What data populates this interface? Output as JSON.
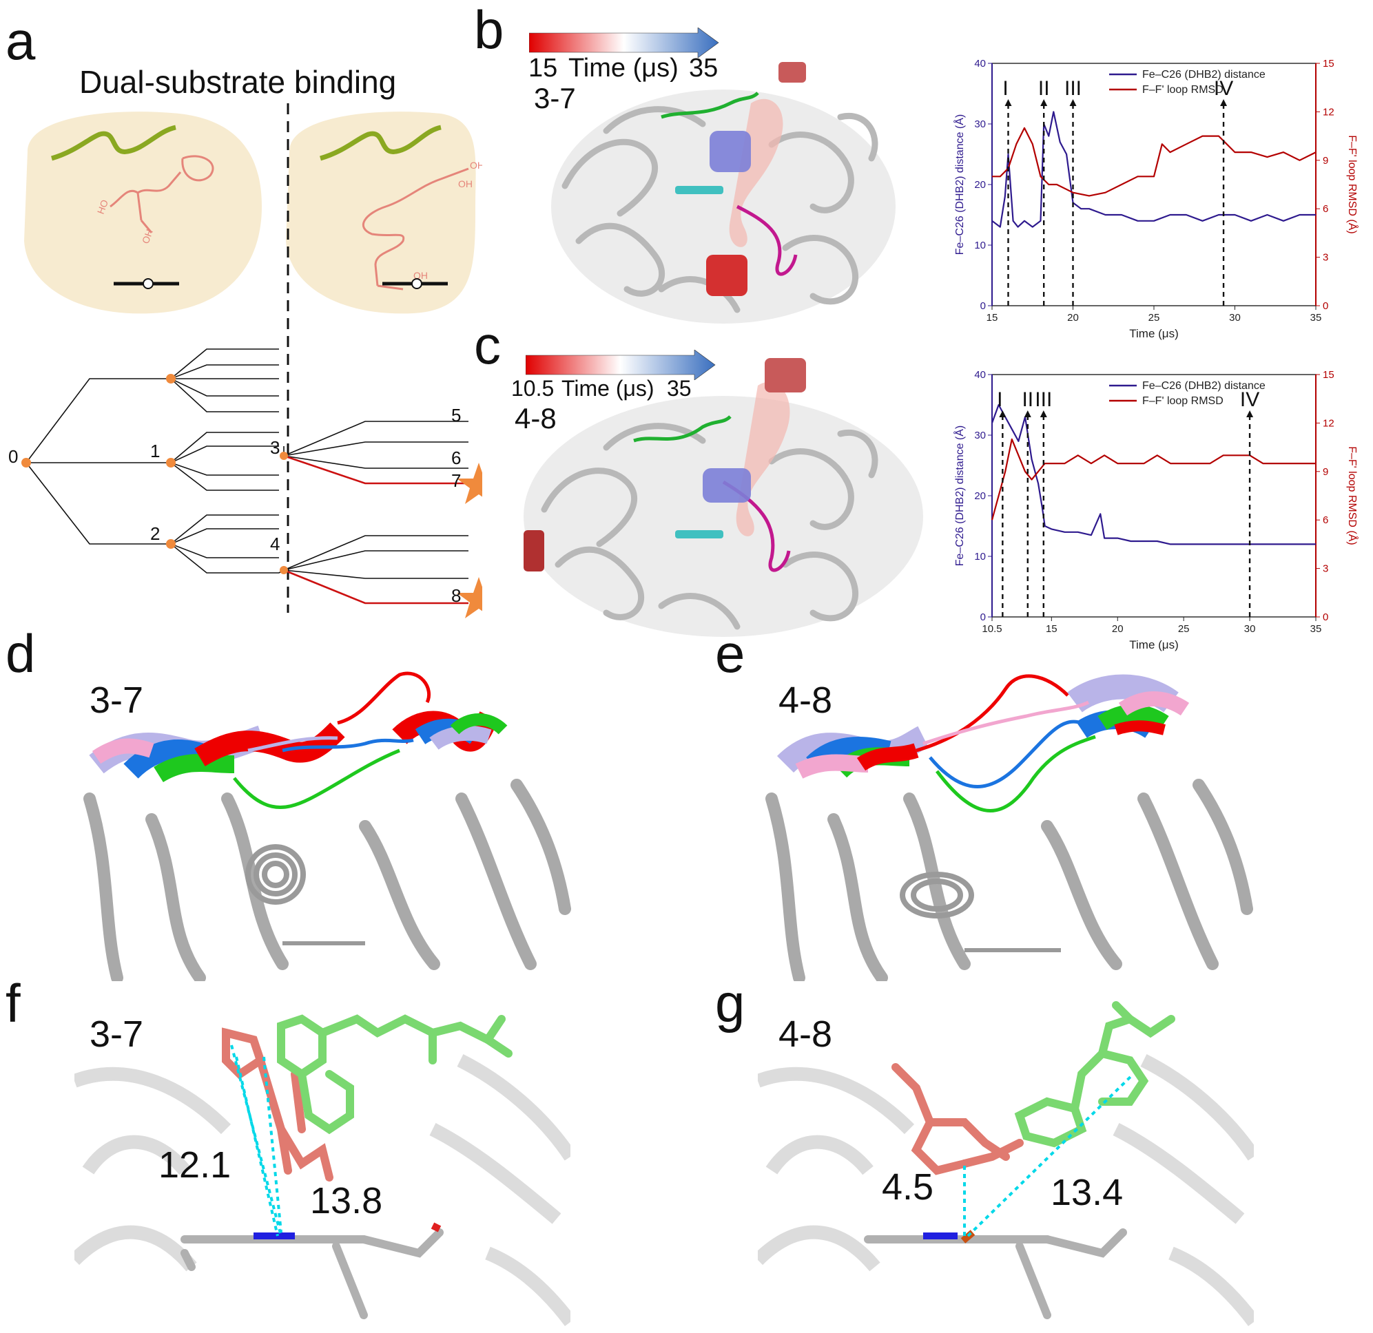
{
  "panels": {
    "a": {
      "letter": "a",
      "title": "Dual-substrate binding",
      "tree": {
        "root": "0",
        "nodes": [
          "1",
          "2",
          "3",
          "4"
        ],
        "leaves": [
          "5",
          "6",
          "7",
          "8"
        ]
      }
    },
    "b": {
      "letter": "b",
      "time_bar": {
        "start": "15",
        "label": "Time (μs)",
        "end": "35"
      },
      "traj": "3-7"
    },
    "c": {
      "letter": "c",
      "time_bar": {
        "start": "10.5",
        "label": "Time (μs)",
        "end": "35"
      },
      "traj": "4-8"
    },
    "d": {
      "letter": "d",
      "traj": "3-7"
    },
    "e": {
      "letter": "e",
      "traj": "4-8"
    },
    "f": {
      "letter": "f",
      "traj": "3-7",
      "distances": [
        "12.1",
        "13.8"
      ]
    },
    "g": {
      "letter": "g",
      "traj": "4-8",
      "distances": [
        "4.5",
        "13.4"
      ]
    }
  },
  "colors": {
    "fe_line": "#2e1a8e",
    "rmsd_line": "#b30000",
    "orange": "#f08a3c",
    "tree_red": "#cc1111"
  },
  "chart_data": [
    {
      "type": "line",
      "panel": "b",
      "xlabel": "Time (μs)",
      "ylabel": "Fe–C26 (DHB2) distance (Å)",
      "ylabel2": "F–F' loop RMSD (Å)",
      "xlim": [
        15,
        35
      ],
      "ylim": [
        0,
        40
      ],
      "ylim2": [
        0,
        15
      ],
      "xticks": [
        "15",
        "20",
        "25",
        "30",
        "35"
      ],
      "yticks": [
        "0",
        "10",
        "20",
        "30",
        "40"
      ],
      "yticks2": [
        "0",
        "3",
        "6",
        "9",
        "12",
        "15"
      ],
      "legend": [
        "Fe–C26 (DHB2) distance",
        "F–F' loop RMSD"
      ],
      "legend_position": "top-right",
      "markers": [
        {
          "label": "I",
          "x": 16
        },
        {
          "label": "II",
          "x": 18.2
        },
        {
          "label": "III",
          "x": 20
        },
        {
          "label": "IV",
          "x": 29.3
        }
      ],
      "series": [
        {
          "name": "Fe–C26 (DHB2) distance",
          "axis": "left",
          "x": [
            15,
            15.5,
            15.8,
            16,
            16.3,
            16.6,
            17,
            17.5,
            18,
            18.2,
            18.5,
            18.8,
            19.2,
            19.6,
            20,
            20.5,
            21,
            22,
            23,
            24,
            25,
            26,
            27,
            28,
            29,
            30,
            31,
            32,
            33,
            34,
            35
          ],
          "values": [
            14,
            13,
            18,
            25,
            14,
            13,
            14,
            13,
            14,
            30,
            28,
            32,
            27,
            25,
            17,
            16,
            16,
            15,
            15,
            14,
            14,
            15,
            15,
            14,
            15,
            15,
            14,
            15,
            14,
            15,
            15
          ]
        },
        {
          "name": "F–F' loop RMSD",
          "axis": "right",
          "x": [
            15,
            15.5,
            16,
            16.5,
            17,
            17.5,
            18,
            18.5,
            19,
            20,
            21,
            22,
            23,
            24,
            25,
            25.5,
            26,
            27,
            28,
            29,
            30,
            31,
            32,
            33,
            34,
            35
          ],
          "values": [
            8,
            8,
            8.5,
            10,
            11,
            10,
            8,
            7.5,
            7.5,
            7,
            6.8,
            7,
            7.5,
            8,
            8,
            10,
            9.5,
            10,
            10.5,
            10.5,
            9.5,
            9.5,
            9.2,
            9.5,
            9,
            9.5
          ]
        }
      ]
    },
    {
      "type": "line",
      "panel": "c",
      "xlabel": "Time (μs)",
      "ylabel": "Fe–C26 (DHB2) distance (Å)",
      "ylabel2": "F–F' loop RMSD (Å)",
      "xlim": [
        10.5,
        35
      ],
      "ylim": [
        0,
        40
      ],
      "ylim2": [
        0,
        15
      ],
      "xticks": [
        "10.5",
        "15",
        "20",
        "25",
        "30",
        "35"
      ],
      "yticks": [
        "0",
        "10",
        "20",
        "30",
        "40"
      ],
      "yticks2": [
        "0",
        "3",
        "6",
        "9",
        "12",
        "15"
      ],
      "legend": [
        "Fe–C26 (DHB2) distance",
        "F–F' loop RMSD"
      ],
      "legend_position": "top-right",
      "markers": [
        {
          "label": "I",
          "x": 11.3
        },
        {
          "label": "II",
          "x": 13.2
        },
        {
          "label": "III",
          "x": 14.4
        },
        {
          "label": "IV",
          "x": 30
        }
      ],
      "series": [
        {
          "name": "Fe–C26 (DHB2) distance",
          "axis": "left",
          "x": [
            10.5,
            11,
            11.5,
            12,
            12.5,
            13,
            13.5,
            14,
            14.3,
            14.5,
            15,
            16,
            17,
            18,
            18.7,
            19,
            20,
            21,
            22,
            23,
            24,
            25,
            26,
            27,
            28,
            29,
            30,
            31,
            32,
            33,
            34,
            35
          ],
          "values": [
            32,
            35,
            33,
            31,
            29,
            33,
            26,
            22,
            18,
            15,
            14.5,
            14,
            14,
            13.5,
            17,
            13,
            13,
            12.5,
            12.5,
            12.5,
            12,
            12,
            12,
            12,
            12,
            12,
            12,
            12,
            12,
            12,
            12,
            12
          ]
        },
        {
          "name": "F–F' loop RMSD",
          "axis": "right",
          "x": [
            10.5,
            11,
            11.5,
            12,
            12.5,
            13,
            13.5,
            14,
            14.5,
            15,
            16,
            17,
            18,
            19,
            20,
            21,
            22,
            23,
            24,
            25,
            26,
            27,
            28,
            29,
            30,
            31,
            32,
            33,
            34,
            35
          ],
          "values": [
            6,
            7.5,
            9,
            11,
            10,
            9,
            8.5,
            9,
            9.5,
            9.5,
            9.5,
            10,
            9.5,
            10,
            9.5,
            9.5,
            9.5,
            10,
            9.5,
            9.5,
            9.5,
            9.5,
            10,
            10,
            10,
            9.5,
            9.5,
            9.5,
            9.5,
            9.5
          ]
        }
      ]
    }
  ]
}
